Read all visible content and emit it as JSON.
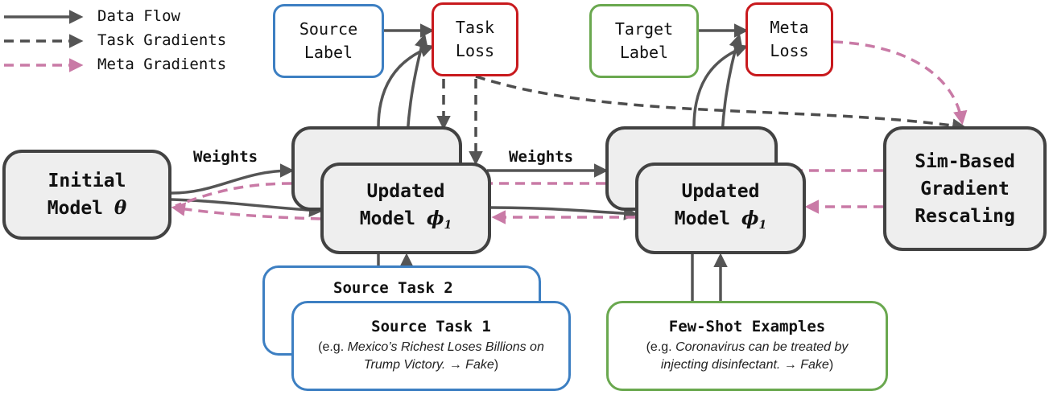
{
  "legend": {
    "data_flow": "Data Flow",
    "task_gradients": "Task Gradients",
    "meta_gradients": "Meta Gradients"
  },
  "boxes": {
    "source_label": {
      "line1": "Source",
      "line2": "Label"
    },
    "task_loss": {
      "line1": "Task",
      "line2": "Loss"
    },
    "target_label": {
      "line1": "Target",
      "line2": "Label"
    },
    "meta_loss": {
      "line1": "Meta",
      "line2": "Loss"
    },
    "initial_model": {
      "line1": "Initial",
      "line2_prefix": "Model ",
      "symbol": "θ"
    },
    "updated_model_1": {
      "line1": "Updated",
      "line2_prefix": "Model ",
      "symbol": "ϕ",
      "subscript": "1"
    },
    "updated_model_2": {
      "line1": "Updated",
      "line2_prefix": "Model ",
      "symbol": "ϕ",
      "subscript": "1"
    },
    "rescaling": {
      "line1": "Sim-Based",
      "line2": "Gradient",
      "line3": "Rescaling"
    }
  },
  "edge_labels": {
    "weights_left": "Weights",
    "weights_right": "Weights"
  },
  "source_task_2": {
    "title": "Source Task 2"
  },
  "source_task_1": {
    "title": "Source Task 1",
    "desc_prefix": "(e.g. ",
    "desc_italic": "Mexico’s Richest Loses Billions on Trump Victory.",
    "desc_arrow": " → ",
    "desc_italic2": "Fake",
    "desc_suffix": ")"
  },
  "few_shot": {
    "title": "Few-Shot Examples",
    "desc_prefix": "(e.g. ",
    "desc_italic": "Coronavirus can be treated by injecting disinfectant.",
    "desc_arrow": " → ",
    "desc_italic2": "Fake",
    "desc_suffix": ")"
  },
  "colors": {
    "data_flow": "#555555",
    "task_gradient": "#4d4d4d",
    "meta_gradient": "#c97aa6",
    "blue": "#3d7fc2",
    "red": "#c8191d",
    "green": "#6aa84f"
  }
}
